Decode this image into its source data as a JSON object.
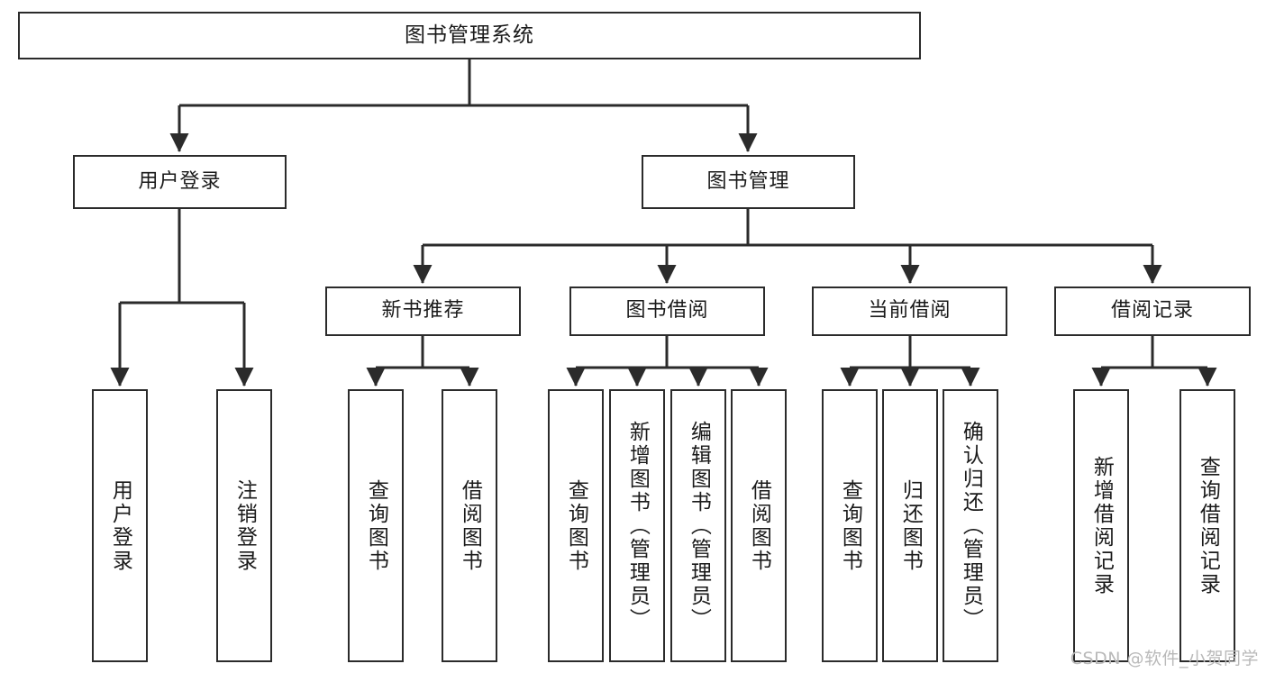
{
  "diagram": {
    "type": "tree-hierarchy-chart",
    "title": "图书管理系统",
    "colors": {
      "stroke": "#2b2b2b",
      "fill": "#ffffff",
      "text": "#1a1a1a",
      "watermark": "#b9b9b9"
    },
    "root": {
      "label": "图书管理系统"
    },
    "level2": [
      {
        "label": "用户登录"
      },
      {
        "label": "图书管理"
      }
    ],
    "level3": [
      {
        "label": "新书推荐"
      },
      {
        "label": "图书借阅"
      },
      {
        "label": "当前借阅"
      },
      {
        "label": "借阅记录"
      }
    ],
    "leaves": {
      "user_login": [
        {
          "label": "用户登录"
        },
        {
          "label": "注销登录"
        }
      ],
      "new_book_recommend": [
        {
          "label": "查询图书"
        },
        {
          "label": "借阅图书"
        }
      ],
      "book_borrow": [
        {
          "label": "查询图书"
        },
        {
          "label": "新增图书（管理员）"
        },
        {
          "label": "编辑图书（管理员）"
        },
        {
          "label": "借阅图书"
        }
      ],
      "current_borrow": [
        {
          "label": "查询图书"
        },
        {
          "label": "归还图书"
        },
        {
          "label": "确认归还（管理员）"
        }
      ],
      "borrow_record": [
        {
          "label": "新增借阅记录"
        },
        {
          "label": "查询借阅记录"
        }
      ]
    },
    "watermark": "CSDN @软件_小贺同学"
  }
}
